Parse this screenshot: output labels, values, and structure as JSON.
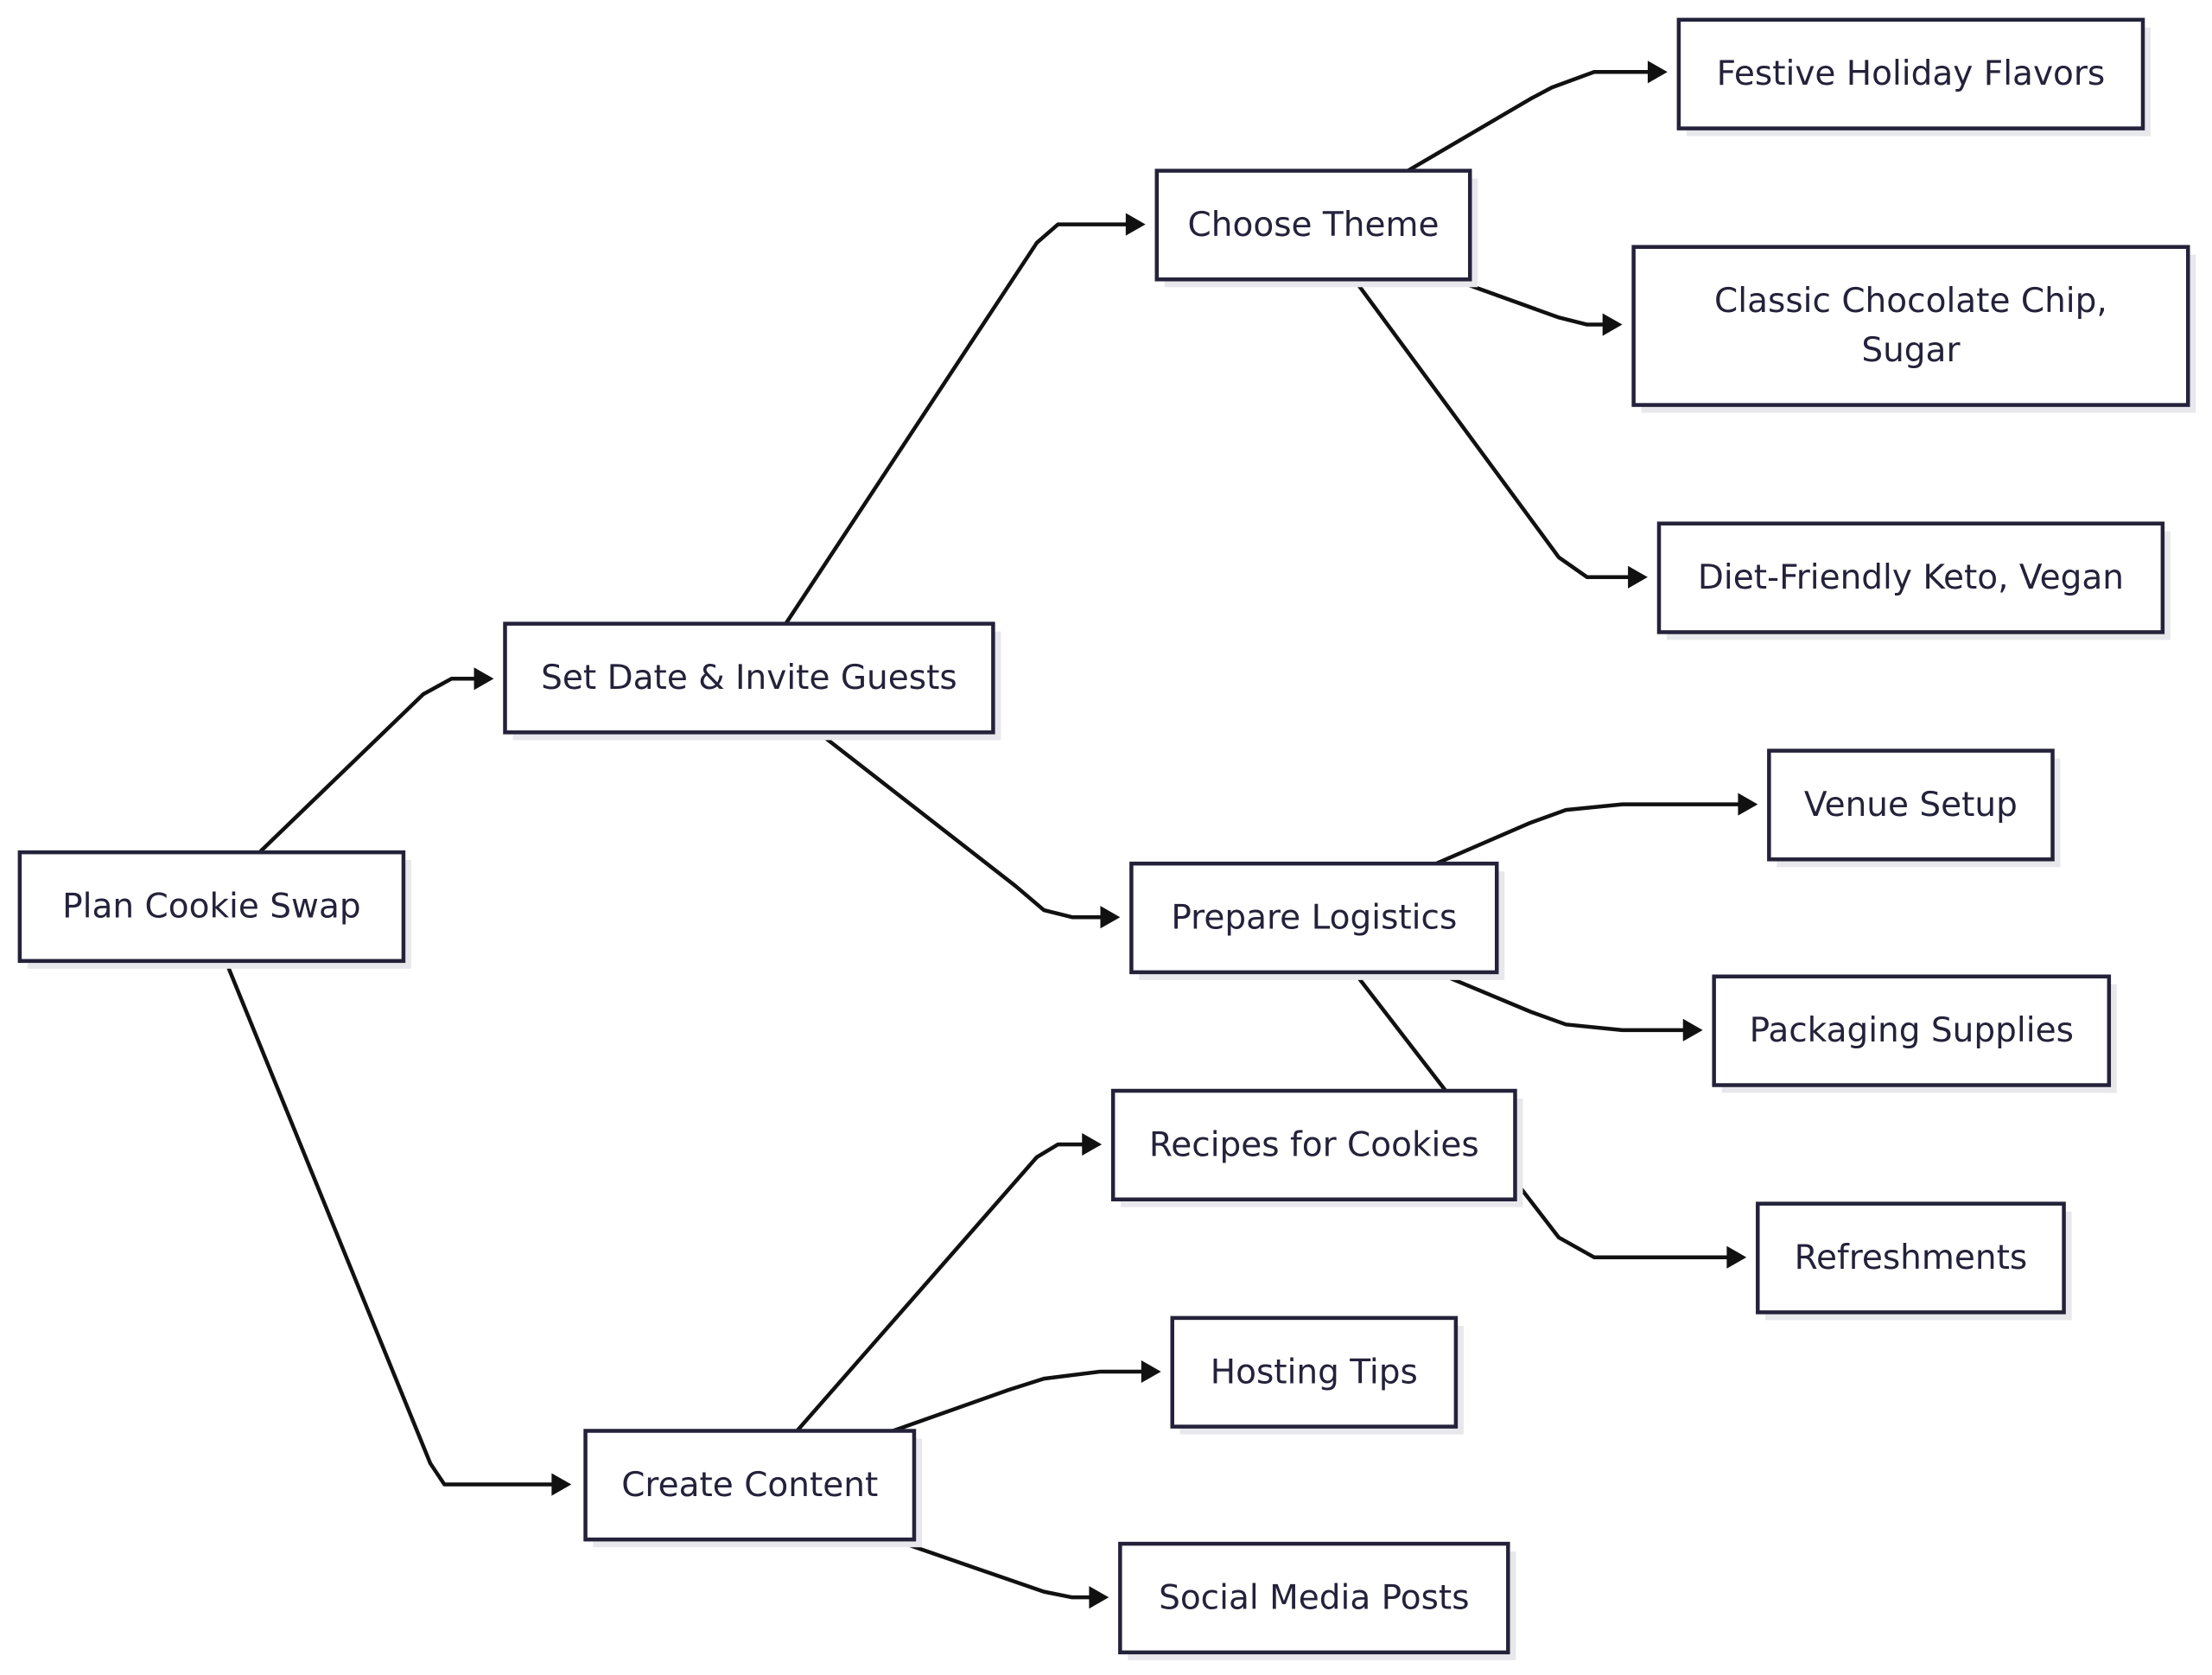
{
  "nodes": [
    {
      "id": "plan",
      "lines": [
        "Plan Cookie Swap"
      ],
      "name": "node-plan-cookie-swap"
    },
    {
      "id": "setdate",
      "lines": [
        "Set Date & Invite Guests"
      ],
      "name": "node-set-date-invite-guests"
    },
    {
      "id": "content",
      "lines": [
        "Create Content"
      ],
      "name": "node-create-content"
    },
    {
      "id": "theme",
      "lines": [
        "Choose Theme"
      ],
      "name": "node-choose-theme"
    },
    {
      "id": "logistics",
      "lines": [
        "Prepare Logistics"
      ],
      "name": "node-prepare-logistics"
    },
    {
      "id": "festive",
      "lines": [
        "Festive Holiday Flavors"
      ],
      "name": "node-festive-holiday-flavors"
    },
    {
      "id": "classic",
      "lines": [
        "Classic Chocolate Chip,",
        "Sugar"
      ],
      "name": "node-classic-chocolate-chip-sugar"
    },
    {
      "id": "diet",
      "lines": [
        "Diet-Friendly Keto, Vegan"
      ],
      "name": "node-diet-friendly-keto-vegan"
    },
    {
      "id": "venue",
      "lines": [
        "Venue Setup"
      ],
      "name": "node-venue-setup"
    },
    {
      "id": "packaging",
      "lines": [
        "Packaging Supplies"
      ],
      "name": "node-packaging-supplies"
    },
    {
      "id": "refresh",
      "lines": [
        "Refreshments"
      ],
      "name": "node-refreshments"
    },
    {
      "id": "recipes",
      "lines": [
        "Recipes for Cookies"
      ],
      "name": "node-recipes-for-cookies"
    },
    {
      "id": "hosting",
      "lines": [
        "Hosting Tips"
      ],
      "name": "node-hosting-tips"
    },
    {
      "id": "social",
      "lines": [
        "Social Media Posts"
      ],
      "name": "node-social-media-posts"
    }
  ],
  "edges": [
    {
      "from": "plan",
      "to": "setdate"
    },
    {
      "from": "plan",
      "to": "content"
    },
    {
      "from": "setdate",
      "to": "theme"
    },
    {
      "from": "setdate",
      "to": "logistics"
    },
    {
      "from": "theme",
      "to": "festive"
    },
    {
      "from": "theme",
      "to": "classic"
    },
    {
      "from": "theme",
      "to": "diet"
    },
    {
      "from": "logistics",
      "to": "venue"
    },
    {
      "from": "logistics",
      "to": "packaging"
    },
    {
      "from": "logistics",
      "to": "refresh"
    },
    {
      "from": "content",
      "to": "recipes"
    },
    {
      "from": "content",
      "to": "hosting"
    },
    {
      "from": "content",
      "to": "social"
    }
  ],
  "colors": {
    "node_stroke": "#24223a",
    "edge": "#111111",
    "shadow": "#e8e8ec"
  }
}
